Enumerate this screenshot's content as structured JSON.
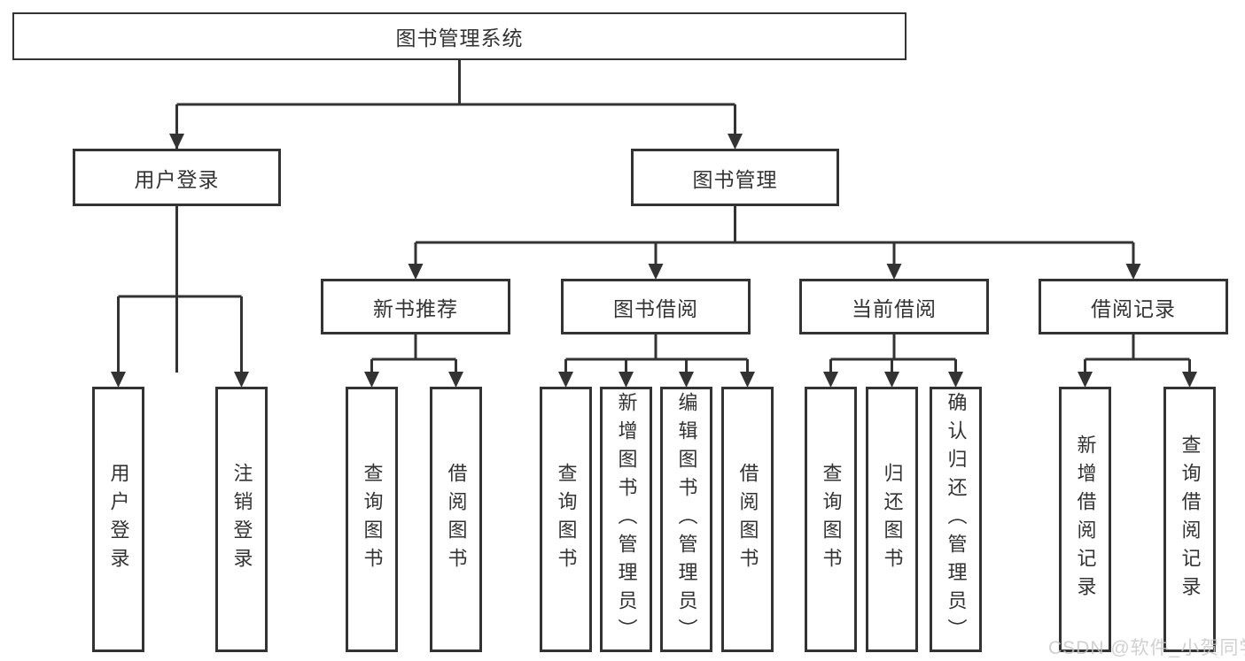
{
  "diagram": {
    "root": {
      "label": "图书管理系统"
    },
    "branches": [
      {
        "label": "用户登录",
        "children": [
          {
            "label": "用户登录"
          },
          {
            "label": "注销登录"
          }
        ]
      },
      {
        "label": "图书管理",
        "sections": [
          {
            "label": "新书推荐",
            "children": [
              {
                "label": "查询图书"
              },
              {
                "label": "借阅图书"
              }
            ]
          },
          {
            "label": "图书借阅",
            "children": [
              {
                "label": "查询图书"
              },
              {
                "label": "新增图书（管理员）"
              },
              {
                "label": "编辑图书（管理员）"
              },
              {
                "label": "借阅图书"
              }
            ]
          },
          {
            "label": "当前借阅",
            "children": [
              {
                "label": "查询图书"
              },
              {
                "label": "归还图书"
              },
              {
                "label": "确认归还（管理员）"
              }
            ]
          },
          {
            "label": "借阅记录",
            "children": [
              {
                "label": "新增借阅记录"
              },
              {
                "label": "查询借阅记录"
              }
            ]
          }
        ]
      }
    ]
  },
  "watermark": {
    "text": "CSDN @软件_小贺同学"
  },
  "colors": {
    "line": "#333333",
    "text": "#333333",
    "background": "#ffffff",
    "watermark": "#c6c6c6"
  }
}
